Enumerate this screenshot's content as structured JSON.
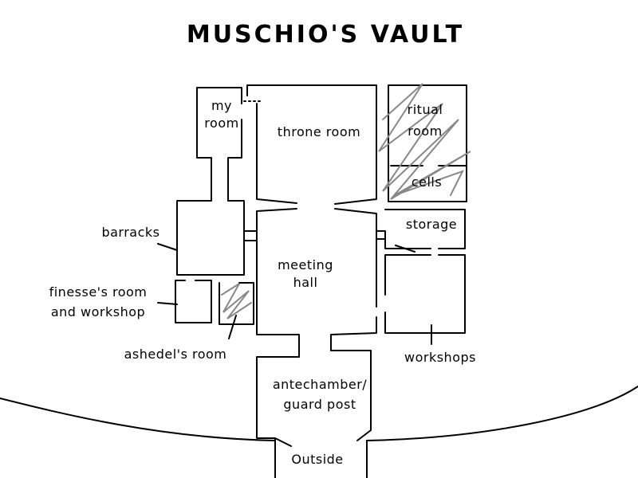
{
  "title": "MUSCHIO'S VAULT",
  "rooms": {
    "my_room": [
      "my",
      "room"
    ],
    "throne_room": "throne room",
    "ritual_room": [
      "ritual",
      "room"
    ],
    "cells": "cells",
    "storage": "storage",
    "meeting_hall": [
      "meeting",
      "hall"
    ],
    "workshops": "workshops",
    "barracks": "barracks",
    "finesse_room": [
      "finesse's room",
      "and workshop"
    ],
    "ashedel_room": "ashedel's room",
    "antechamber": [
      "antechamber/",
      "guard post"
    ],
    "outside": "Outside"
  },
  "colors": {
    "ink": "#000000",
    "scribble": "#888888"
  }
}
